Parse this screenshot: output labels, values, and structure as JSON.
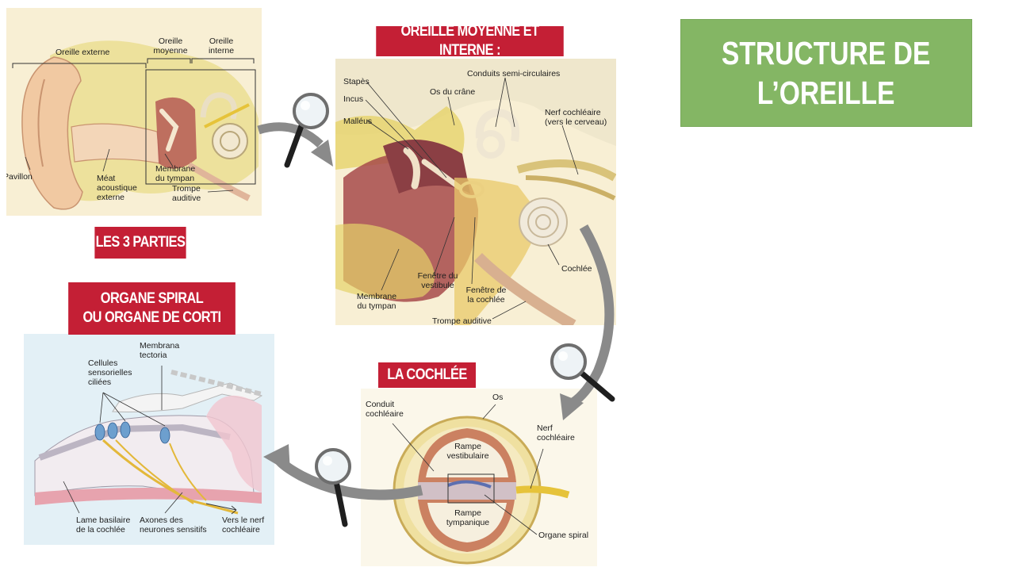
{
  "main_title": "STRUCTURE DE\nL’OREILLE",
  "sections": {
    "three_parts": "LES 3 PARTIES",
    "middle_inner": "OREILLE MOYENNE ET INTERNE :",
    "cochlea": "LA COCHLÉE",
    "spiral_organ": "ORGANE SPIRAL\nOU ORGANE DE CORTI"
  },
  "panel_ear": {
    "outer_ear": "Oreille externe",
    "middle_ear": "Oreille\nmoyenne",
    "inner_ear": "Oreille\ninterne",
    "pinna": "Pavillon",
    "canal": "Méat\nacoustique\nexterne",
    "eardrum": "Membrane\ndu tympan",
    "tube": "Trompe\nauditive"
  },
  "panel_middle": {
    "stapes": "Stapès",
    "incus": "Incus",
    "malleus": "Malléus",
    "skull": "Os du crâne",
    "canals": "Conduits semi-circulaires",
    "nerve": "Nerf cochléaire\n(vers le cerveau)",
    "oval": "Fenêtre du\nvestibule",
    "round": "Fenêtre de\nla cochlée",
    "eardrum": "Membrane\ndu tympan",
    "cochlea": "Cochlée",
    "tube": "Trompe auditive"
  },
  "panel_cochlea": {
    "duct": "Conduit\ncochléaire",
    "bone": "Os",
    "nerve": "Nerf\ncochléaire",
    "vestibular": "Rampe\nvestibulaire",
    "tympanic": "Rampe\ntympanique",
    "organ": "Organe spiral"
  },
  "panel_corti": {
    "tectoria": "Membrana\ntectoria",
    "hair_cells": "Cellules\nsensorielles\nciliées",
    "basilar": "Lame basilaire\nde la cochlée",
    "axons": "Axones des\nneurones sensitifs",
    "to_nerve": "Vers le nerf\ncochléaire"
  },
  "colors": {
    "title_green": "#84b664",
    "section_red": "#c41f35",
    "arrow_gray": "#8a8a8a"
  },
  "icons": [
    "magnifier-icon"
  ]
}
